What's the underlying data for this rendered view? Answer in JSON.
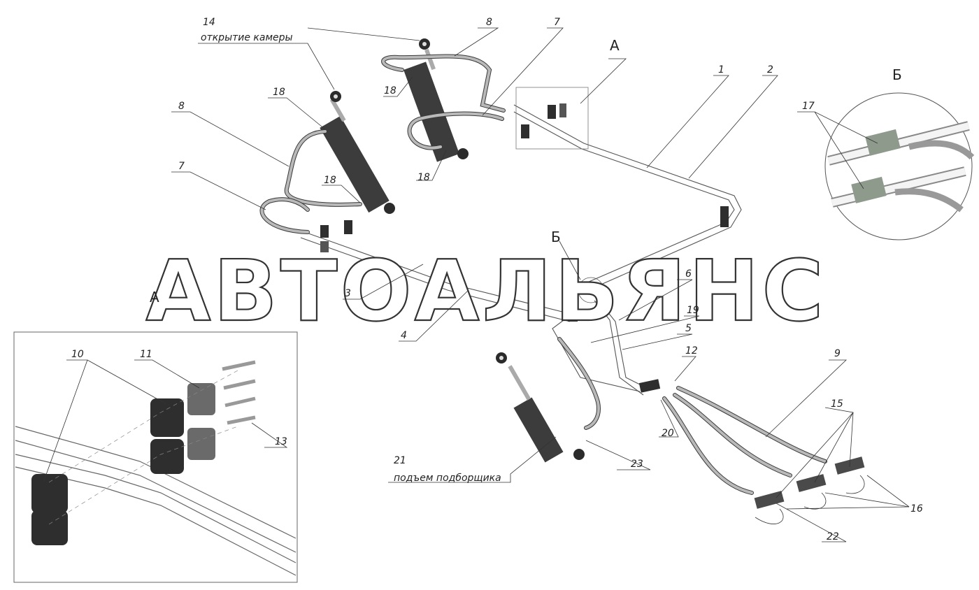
{
  "labels": {
    "n1": "1",
    "n2": "2",
    "n3": "3",
    "n4": "4",
    "n5": "5",
    "n6": "6",
    "n7a": "7",
    "n7b": "7",
    "n8a": "8",
    "n8b": "8",
    "n9": "9",
    "n10": "10",
    "n11": "11",
    "n12": "12",
    "n13": "13",
    "n14": "14",
    "n15": "15",
    "n16": "16",
    "n17": "17",
    "n18a": "18",
    "n18b": "18",
    "n18c": "18",
    "n18d": "18",
    "n19": "19",
    "n20": "20",
    "n21": "21",
    "n22": "22",
    "n23": "23"
  },
  "captions": {
    "camera_open": "открытие камеры",
    "pickup_lift": "подъем подборщика"
  },
  "views": {
    "a_top": "А",
    "a_left": "А",
    "b_center": "Б",
    "b_detail": "Б"
  },
  "watermark": "АВТОАЛЬЯНС",
  "colors": {
    "line": "#333333",
    "cylinder": "#3c3c3c",
    "hose": "#8a8a8a",
    "background": "#ffffff"
  }
}
